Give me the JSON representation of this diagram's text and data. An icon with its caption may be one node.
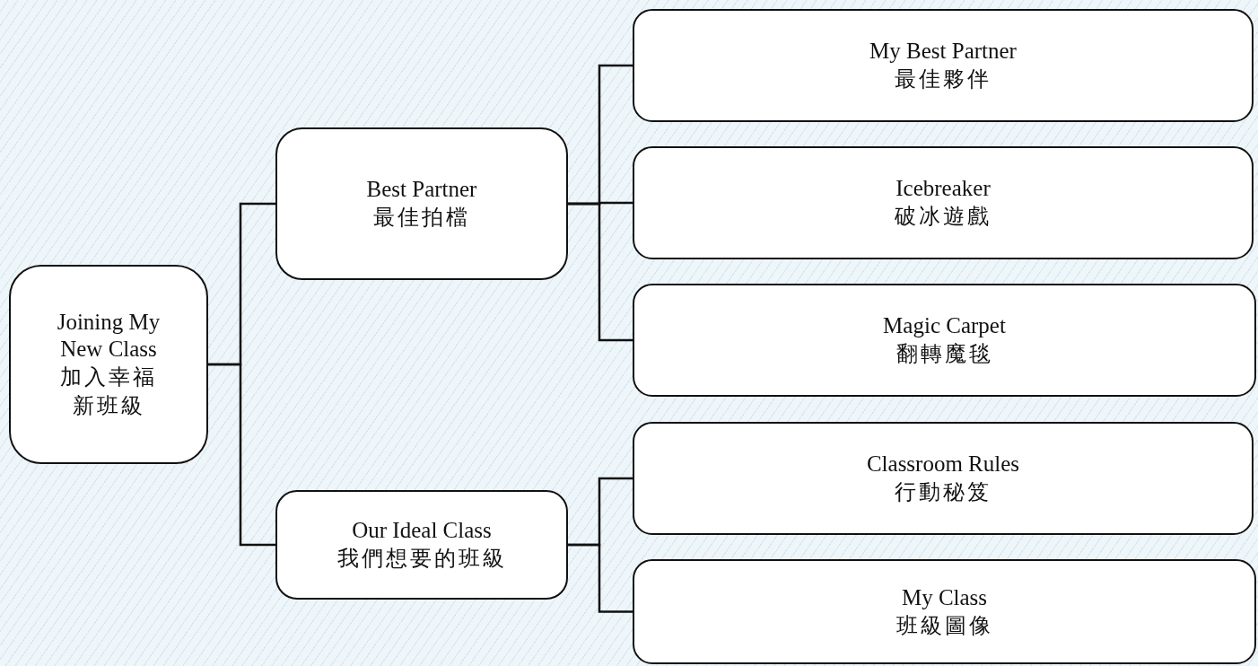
{
  "diagram": {
    "nodes": [
      {
        "text": [
          "Joining My New Class",
          "加入幸福新班級"
        ]
      },
      {
        "text": [
          "Best Partner",
          "最佳拍檔"
        ]
      },
      {
        "text": [
          "Our Ideal Class",
          "我們想要的班級"
        ]
      },
      {
        "text": [
          "My Best Partner",
          "最佳夥伴"
        ]
      },
      {
        "text": [
          "Icebreaker",
          "破冰遊戲"
        ]
      },
      {
        "text": [
          "Magic Carpet",
          "翻轉魔毯"
        ]
      },
      {
        "text": [
          "Classroom Rules",
          "行動秘笈"
        ]
      },
      {
        "text": [
          "My Class",
          "班級圖像"
        ]
      }
    ],
    "edges": [
      {
        "from": 0,
        "to": 1,
        "arrow": "none"
      },
      {
        "from": 0,
        "to": 2,
        "arrow": "none"
      },
      {
        "from": 1,
        "to": 3,
        "arrow": "none"
      },
      {
        "from": 1,
        "to": 4,
        "arrow": "none"
      },
      {
        "from": 1,
        "to": 5,
        "arrow": "none"
      },
      {
        "from": 2,
        "to": 6,
        "arrow": "none"
      },
      {
        "from": 2,
        "to": 7,
        "arrow": "none"
      }
    ]
  }
}
